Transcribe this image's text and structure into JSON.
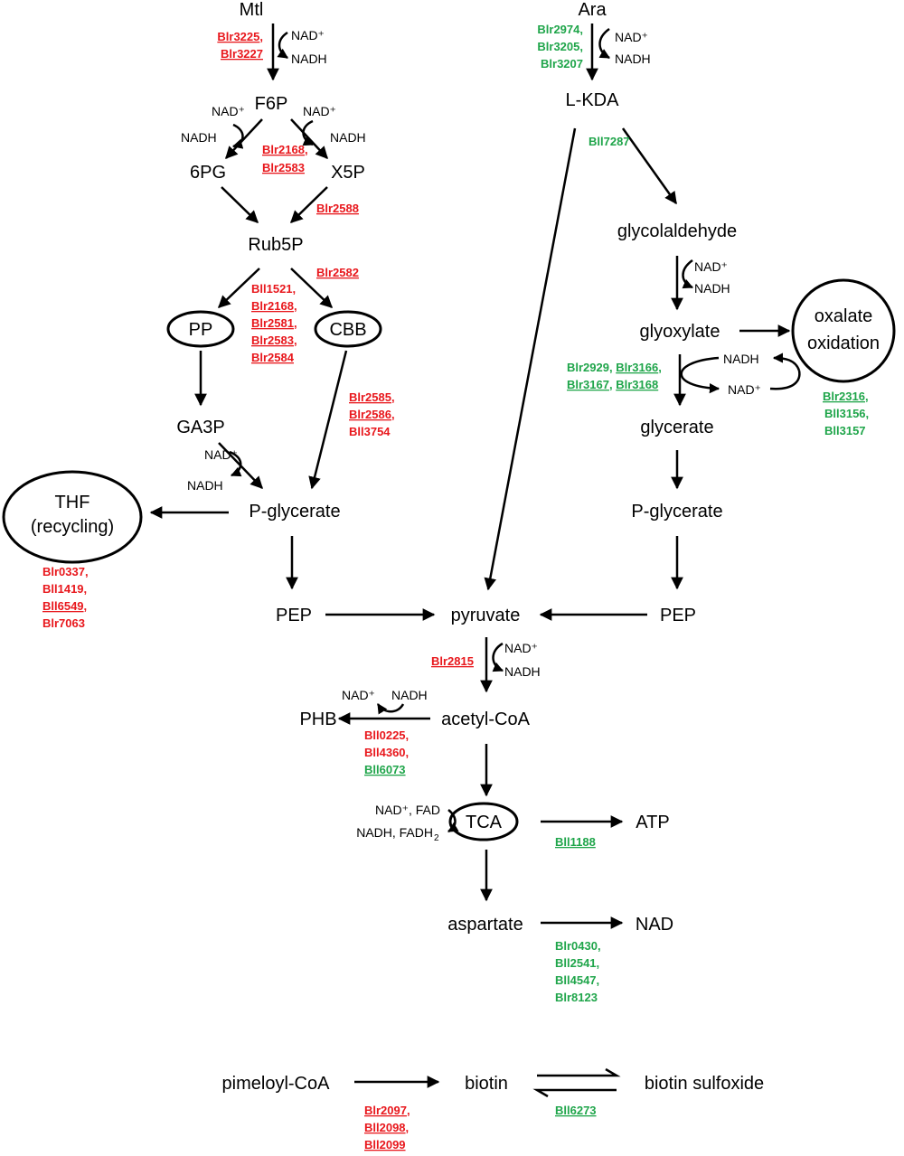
{
  "metabolites": {
    "mtl": "Mtl",
    "f6p": "F6P",
    "pg6": "6PG",
    "x5p": "X5P",
    "rub5p": "Rub5P",
    "pp": "PP",
    "cbb": "CBB",
    "ga3p": "GA3P",
    "thf_line1": "THF",
    "thf_line2": "(recycling)",
    "pglycerate_left": "P-glycerate",
    "pep_left": "PEP",
    "pyruvate": "pyruvate",
    "ara": "Ara",
    "lkda": "L-KDA",
    "glycolaldehyde": "glycolaldehyde",
    "glyoxylate": "glyoxylate",
    "oxalate_line1": "oxalate",
    "oxalate_line2": "oxidation",
    "glycerate": "glycerate",
    "pglycerate_right": "P-glycerate",
    "pep_right": "PEP",
    "acetylcoa": "acetyl-CoA",
    "phb": "PHB",
    "tca": "TCA",
    "atp": "ATP",
    "aspartate": "aspartate",
    "nad": "NAD",
    "pimeloylcoa": "pimeloyl-CoA",
    "biotin": "biotin",
    "biotin_sulfoxide": "biotin sulfoxide"
  },
  "cofactors": {
    "nad_plus": "NAD⁺",
    "nadh": "NADH",
    "tca_in": "NAD⁺, FAD",
    "tca_out_main": "NADH, FADH",
    "tca_out_sub": "2"
  },
  "genes": {
    "mtl_f6p": [
      {
        "id": "Blr3225",
        "underline": true
      },
      {
        "id": "Blr3227",
        "underline": true
      }
    ],
    "f6p_x5p": [
      {
        "id": "Blr2168",
        "underline": true
      },
      {
        "id": "Blr2583",
        "underline": true
      }
    ],
    "x5p_rub5p": [
      {
        "id": "Blr2588",
        "underline": true
      }
    ],
    "rub5p_cbb_top": [
      {
        "id": "Blr2582",
        "underline": true
      }
    ],
    "rub5p_branch": [
      {
        "id": "Bll1521",
        "underline": false
      },
      {
        "id": "Blr2168",
        "underline": true
      },
      {
        "id": "Blr2581",
        "underline": true
      },
      {
        "id": "Blr2583",
        "underline": true
      },
      {
        "id": "Blr2584",
        "underline": true
      }
    ],
    "cbb_pglycerate": [
      {
        "id": "Blr2585",
        "underline": true
      },
      {
        "id": "Blr2586",
        "underline": true
      },
      {
        "id": "Bll3754",
        "underline": false
      }
    ],
    "thf": [
      {
        "id": "Blr0337",
        "underline": false
      },
      {
        "id": "Bll1419",
        "underline": false
      },
      {
        "id": "Bll6549",
        "underline": true
      },
      {
        "id": "Blr7063",
        "underline": false
      }
    ],
    "pyruvate_acetylcoa": [
      {
        "id": "Blr2815",
        "underline": true
      }
    ],
    "phb": [
      {
        "id": "Bll0225",
        "underline": false,
        "color": "red"
      },
      {
        "id": "Bll4360",
        "underline": false,
        "color": "red"
      },
      {
        "id": "Bll6073",
        "underline": true,
        "color": "green"
      }
    ],
    "ara_lkda": [
      {
        "id": "Blr2974",
        "underline": false
      },
      {
        "id": "Blr3205",
        "underline": false
      },
      {
        "id": "Blr3207",
        "underline": false
      }
    ],
    "lkda": [
      {
        "id": "Bll7287",
        "underline": false
      }
    ],
    "glyoxylate_glycerate_row1": [
      {
        "id": "Blr2929",
        "underline": false
      },
      {
        "id": "Blr3166",
        "underline": true
      }
    ],
    "glyoxylate_glycerate_row2": [
      {
        "id": "Blr3167",
        "underline": true
      },
      {
        "id": "Blr3168",
        "underline": true
      }
    ],
    "oxalate": [
      {
        "id": "Blr2316",
        "underline": true
      },
      {
        "id": "Bll3156",
        "underline": false
      },
      {
        "id": "Bll3157",
        "underline": false
      }
    ],
    "tca_atp": [
      {
        "id": "Bll1188",
        "underline": true
      }
    ],
    "aspartate_nad": [
      {
        "id": "Blr0430",
        "underline": false
      },
      {
        "id": "Bll2541",
        "underline": false
      },
      {
        "id": "Bll4547",
        "underline": false
      },
      {
        "id": "Blr8123",
        "underline": false
      }
    ],
    "biotin_synthesis": [
      {
        "id": "Blr2097",
        "underline": true
      },
      {
        "id": "Bll2098",
        "underline": true
      },
      {
        "id": "Bll2099",
        "underline": true
      }
    ],
    "biotin_sulfoxide": [
      {
        "id": "Bll6273",
        "underline": true
      }
    ]
  },
  "colors": {
    "mtl_pathway": "#e8171c",
    "ara_pathway": "#1fa54a",
    "text": "#000000"
  }
}
